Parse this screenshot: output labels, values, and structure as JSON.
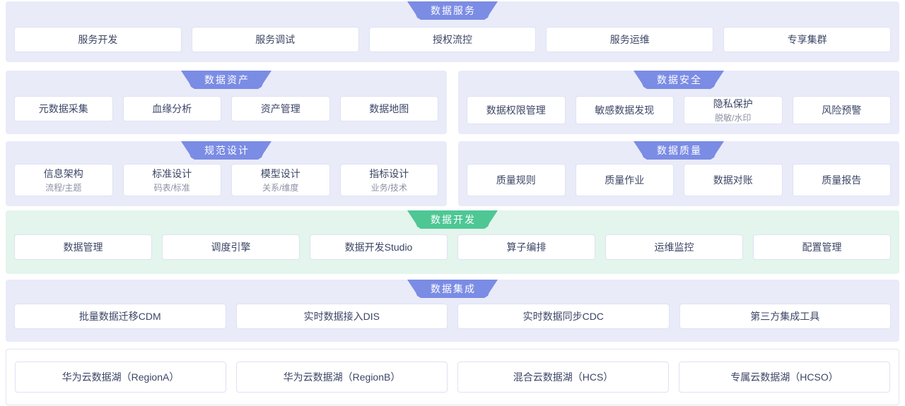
{
  "colors": {
    "banner_purple": "#7b8ce4",
    "banner_green": "#4ec795",
    "panel_lavender": "#e9ebf9",
    "panel_green": "#e3f5ed",
    "box_border": "#dfe2f2",
    "text_primary": "#3c4666",
    "text_secondary": "#8b91a4"
  },
  "sections": [
    {
      "title": "数据服务",
      "items": [
        {
          "label": "服务开发"
        },
        {
          "label": "服务调试"
        },
        {
          "label": "授权流控"
        },
        {
          "label": "服务运维"
        },
        {
          "label": "专享集群"
        }
      ]
    },
    {
      "title": "数据资产",
      "items": [
        {
          "label": "元数据采集"
        },
        {
          "label": "血缘分析"
        },
        {
          "label": "资产管理"
        },
        {
          "label": "数据地图"
        }
      ]
    },
    {
      "title": "数据安全",
      "items": [
        {
          "label": "数据权限管理"
        },
        {
          "label": "敏感数据发现"
        },
        {
          "label": "隐私保护",
          "sub": "脱敏/水印"
        },
        {
          "label": "风险预警"
        }
      ]
    },
    {
      "title": "规范设计",
      "items": [
        {
          "label": "信息架构",
          "sub": "流程/主题"
        },
        {
          "label": "标准设计",
          "sub": "码表/标准"
        },
        {
          "label": "模型设计",
          "sub": "关系/维度"
        },
        {
          "label": "指标设计",
          "sub": "业务/技术"
        }
      ]
    },
    {
      "title": "数据质量",
      "items": [
        {
          "label": "质量规则"
        },
        {
          "label": "质量作业"
        },
        {
          "label": "数据对账"
        },
        {
          "label": "质量报告"
        }
      ]
    },
    {
      "title": "数据开发",
      "items": [
        {
          "label": "数据管理"
        },
        {
          "label": "调度引擎"
        },
        {
          "label": "数据开发Studio"
        },
        {
          "label": "算子编排"
        },
        {
          "label": "运维监控"
        },
        {
          "label": "配置管理"
        }
      ]
    },
    {
      "title": "数据集成",
      "items": [
        {
          "label": "批量数据迁移CDM"
        },
        {
          "label": "实时数据接入DIS"
        },
        {
          "label": "实时数据同步CDC"
        },
        {
          "label": "第三方集成工具"
        }
      ]
    },
    {
      "title": "",
      "items": [
        {
          "label": "华为云数据湖（RegionA）"
        },
        {
          "label": "华为云数据湖（RegionB）"
        },
        {
          "label": "混合云数据湖（HCS）"
        },
        {
          "label": "专属云数据湖（HCSO）"
        }
      ]
    }
  ]
}
